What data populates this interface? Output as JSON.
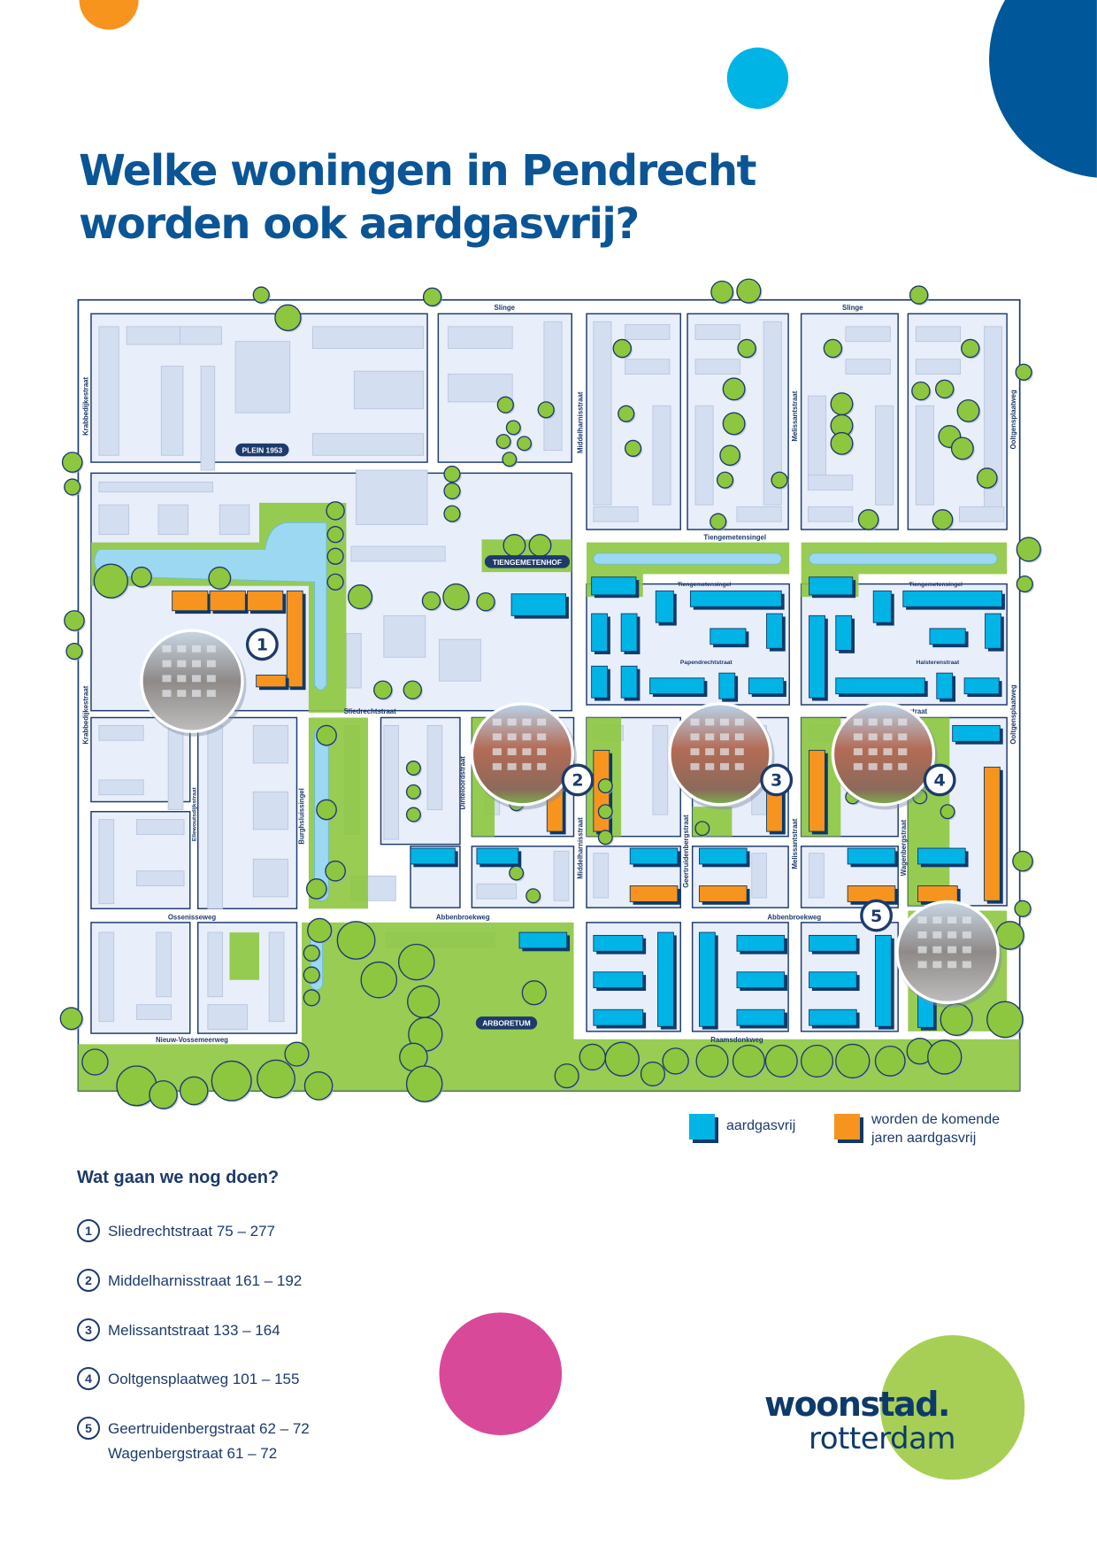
{
  "title_line1": "Welke woningen in Pendrecht",
  "title_line2": "worden ook aardgasvrij?",
  "colors": {
    "title": "#0b5596",
    "navy": "#1d3a6b",
    "aardgasvrij": "#00b4e6",
    "komende_jaren": "#f7941d",
    "green": "#8dc63f",
    "water": "#9dd8f2",
    "block": "#e8eefa"
  },
  "map": {
    "labels": {
      "plein": "PLEIN 1953",
      "tiengemetenhof": "TIENGEMETENHOF",
      "arboretum": "ARBORETUM"
    },
    "streets": {
      "slinge": "Slinge",
      "krabbedijkestraat": "Krabbedijkestraat",
      "middelharnisstraat": "Middelharnisstraat",
      "melissantstraat": "Melissantstraat",
      "ooltgensplaatweg": "Ooltgensplaatweg",
      "tiengemetensingel": "Tiengemetensingel",
      "papendrechtstraat": "Papendrechtstraat",
      "halsterenstraat": "Halsterenstraat",
      "sliedrechtstraat": "Sliedrechtstraat",
      "straat": "straat",
      "ellewoutsdijkstraat": "Ellewoutsdijkstraat",
      "burghsluissingel": "Burghsluissingel",
      "dinteloordstraat": "Dinteloordstraat",
      "geertruidenbergstraat": "Geertruidenbergstraat",
      "wagenbergstraat": "Wagenbergstraat",
      "ossenisseweg": "Ossenisseweg",
      "abbenbroekweg": "Abbenbroekweg",
      "nieuw_vossemeerweg": "Nieuw-Vossemeerweg",
      "raamsdonkweg": "Raamsdonkweg"
    },
    "markers": [
      "1",
      "2",
      "3",
      "4",
      "5"
    ]
  },
  "legend": {
    "aardgasvrij": "aardgasvrij",
    "komende_line1": "worden de komende",
    "komende_line2": "jaren aardgasvrij"
  },
  "todo": {
    "heading": "Wat gaan we nog doen?",
    "items": [
      {
        "num": "1",
        "lines": [
          "Sliedrechtstraat 75 – 277"
        ]
      },
      {
        "num": "2",
        "lines": [
          "Middelharnisstraat 161 – 192"
        ]
      },
      {
        "num": "3",
        "lines": [
          "Melissantstraat 133 – 164"
        ]
      },
      {
        "num": "4",
        "lines": [
          "Ooltgensplaatweg 101 – 155"
        ]
      },
      {
        "num": "5",
        "lines": [
          "Geertruidenbergstraat 62 – 72",
          "Wagenbergstraat 61 – 72"
        ]
      }
    ]
  },
  "logo": {
    "line1": "woonstad.",
    "line2": "rotterdam"
  }
}
